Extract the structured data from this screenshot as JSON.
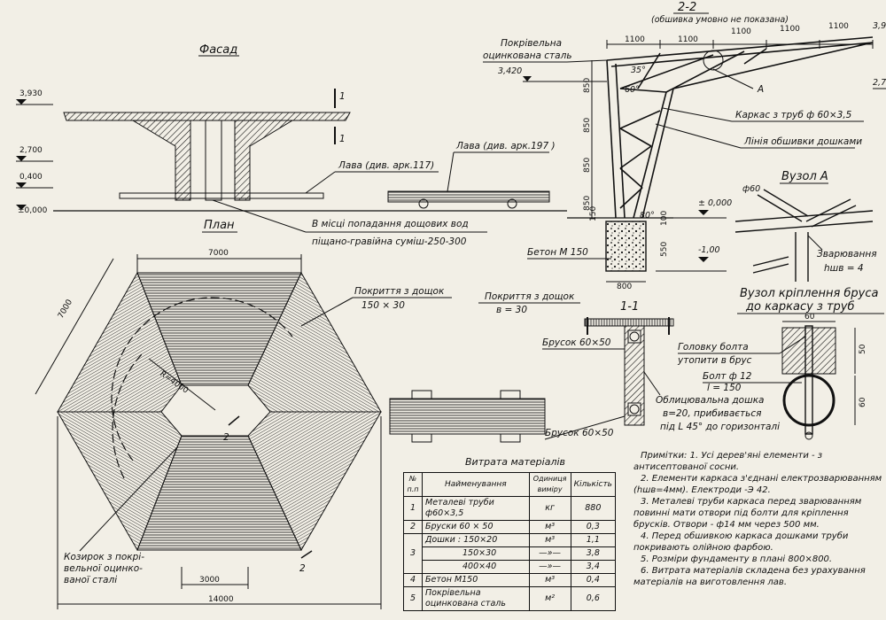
{
  "facade": {
    "title": "Фасад",
    "levels": [
      "3,930",
      "2,700",
      "0,400",
      "±0,000"
    ],
    "section_mark": "1",
    "bench_label_1": "Лава (див. арк.117)",
    "bench_label_2": "Лава (див. арк.197 )",
    "note_line1": "В місці попадання дощових вод",
    "note_line2": "піщано-гравійна суміш-250-300"
  },
  "plan": {
    "title": "План",
    "dim_top": "7000",
    "dim_side": "7000",
    "radius": "R=4000",
    "section_mark": "2",
    "dim_3000": "3000",
    "dim_14000": "14000",
    "covering_label": "Покриття з дощок",
    "covering_size": "150 × 30",
    "canopy_note_1": "Козирок з покрі-",
    "canopy_note_2": "вельної оцинко-",
    "canopy_note_3": "ваної сталі"
  },
  "section22": {
    "title": "2-2",
    "subtitle": "(обшивка умовно не показана)",
    "dims_top": [
      "1100",
      "1100",
      "1100",
      "1100",
      "1100"
    ],
    "dims_left": [
      "850",
      "850",
      "850",
      "850"
    ],
    "level_3420": "3,420",
    "level_39": "3,9",
    "level_27": "2,7",
    "level_0": "± 0,000",
    "level_m1": "-1,00",
    "angle_35": "35°",
    "angle_60": "60°",
    "angle_80": "80°",
    "dim_150": "150",
    "dim_100": "100",
    "dim_550": "550",
    "dim_800": "800",
    "roof_label_1": "Покрівельна",
    "roof_label_2": "оцинкована сталь",
    "frame_label": "Каркас з труб ф 60×3,5",
    "cladding_label": "Лінія обшивки дошками",
    "node_a": "A",
    "concrete_label": "Бетон М 150"
  },
  "node_a": {
    "title": "Вузол А",
    "pipe": "ф60",
    "weld_1": "Зварювання",
    "weld_2": "hшв = 4"
  },
  "node_beam": {
    "title_1": "Вузол кріплення бруса",
    "title_2": "до каркасу з труб",
    "dim_60_top": "60",
    "dim_50": "50",
    "dim_60_side": "60",
    "bolt_head_1": "Головку болта",
    "bolt_head_2": "утопити в брус",
    "bolt_1": "Болт ф 12",
    "bolt_2": "l = 150"
  },
  "section11": {
    "title": "1-1",
    "covering": "Покриття з дощок",
    "covering_b": "в = 30",
    "beam_1": "Брусок 60×50",
    "beam_2": "Брусок 60×50",
    "board_1": "Облицювальна дошка",
    "board_2": "в=20, прибивається",
    "board_3": "під L 45° до горизонталі"
  },
  "materials": {
    "title": "Витрата матеріалів",
    "headers": [
      "№ п.п",
      "Найменування",
      "Одиниця виміру",
      "Кількість"
    ],
    "rows": [
      {
        "n": "1",
        "name": "Металеві труби ф60×3,5",
        "unit": "кг",
        "qty": "880"
      },
      {
        "n": "2",
        "name": "Бруски 60 × 50",
        "unit": "м³",
        "qty": "0,3"
      },
      {
        "n": "3",
        "name": "Дошки : 150×20",
        "unit": "м³",
        "qty": "1,1"
      },
      {
        "n": "",
        "name": "150×30",
        "unit": "—»—",
        "qty": "3,8"
      },
      {
        "n": "",
        "name": "400×40",
        "unit": "—»—",
        "qty": "3,4"
      },
      {
        "n": "4",
        "name": "Бетон М150",
        "unit": "м³",
        "qty": "0,4"
      },
      {
        "n": "5",
        "name": "Покрівельна оцинкована сталь",
        "unit": "м²",
        "qty": "0,6"
      }
    ]
  },
  "notes": {
    "items": [
      "Примітки: 1. Усі дерев'яні елементи - з антисептованої сосни.",
      "2. Елементи каркаса з'єднані електрозварюванням (hшв=4мм). Електроди -Э 42.",
      "3. Металеві труби каркаса перед зварюванням повинні мати отвори під болти для кріплення брусків. Отвори - ф14 мм через 500 мм.",
      "4. Перед обшивкою каркаса дошками труби покривають олійною фарбою.",
      "5. Розміри фундаменту в плані 800×800.",
      "6. Витрата матеріалів складена без урахування матеріалів на виготовлення лав."
    ]
  }
}
